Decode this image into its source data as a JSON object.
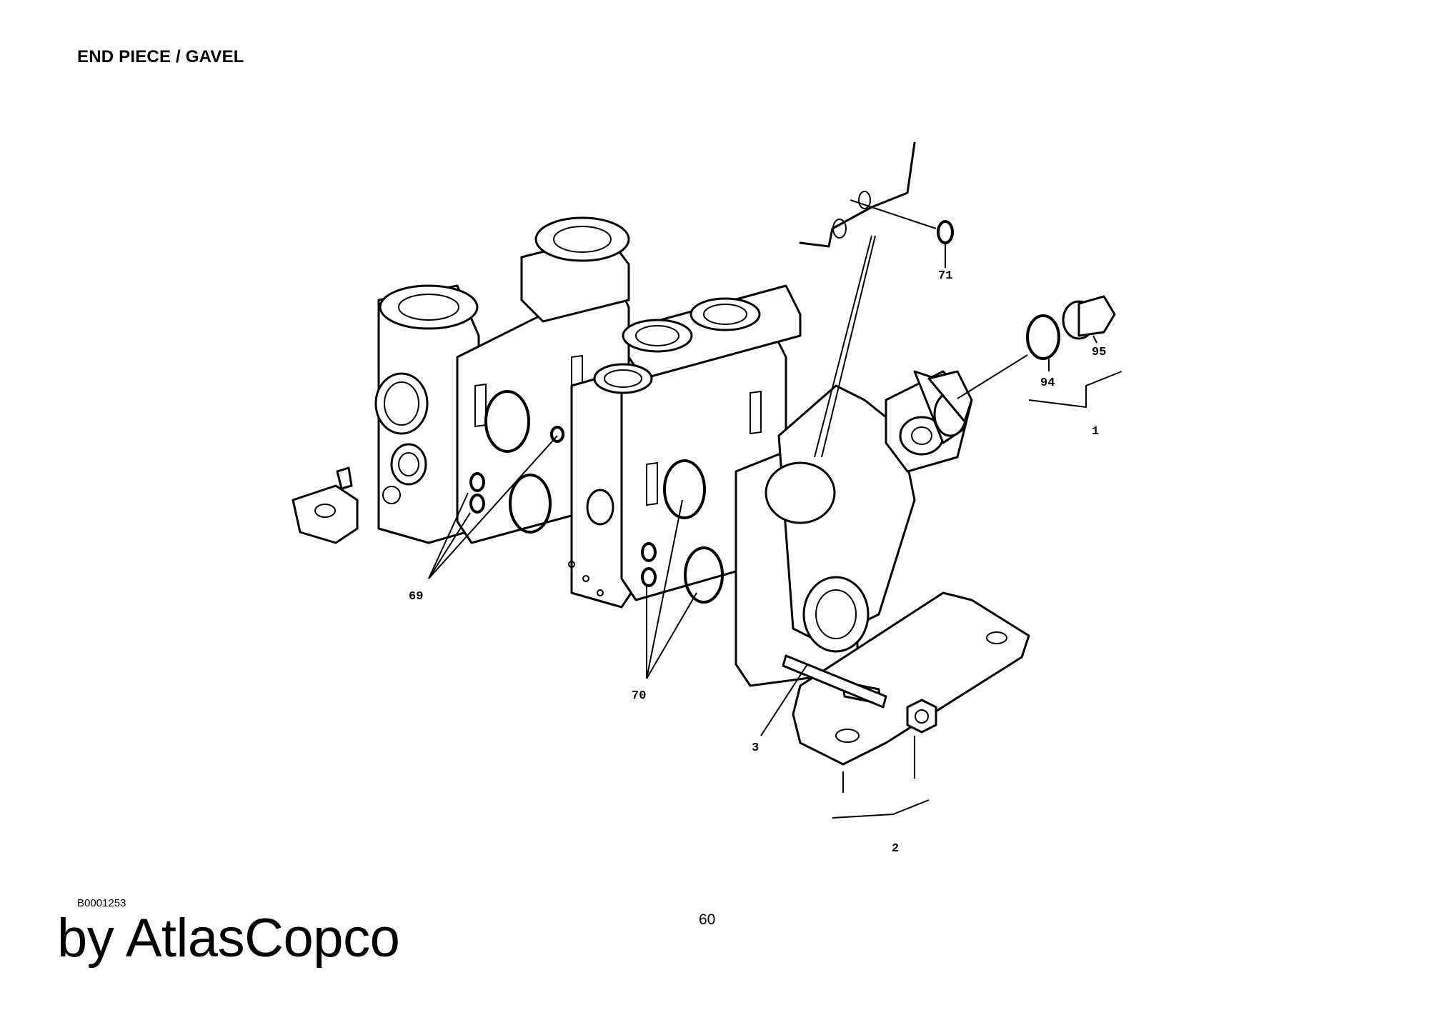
{
  "document": {
    "title": "END PIECE / GAVEL",
    "drawing_code": "B0001253",
    "page_number": "60",
    "brand": "by AtlasCopco"
  },
  "diagram": {
    "callouts": [
      {
        "id": "c71",
        "label": "71"
      },
      {
        "id": "c95",
        "label": "95"
      },
      {
        "id": "c94",
        "label": "94"
      },
      {
        "id": "c1",
        "label": "1"
      },
      {
        "id": "c69",
        "label": "69"
      },
      {
        "id": "c70",
        "label": "70"
      },
      {
        "id": "c3",
        "label": "3"
      },
      {
        "id": "c2",
        "label": "2"
      }
    ]
  }
}
